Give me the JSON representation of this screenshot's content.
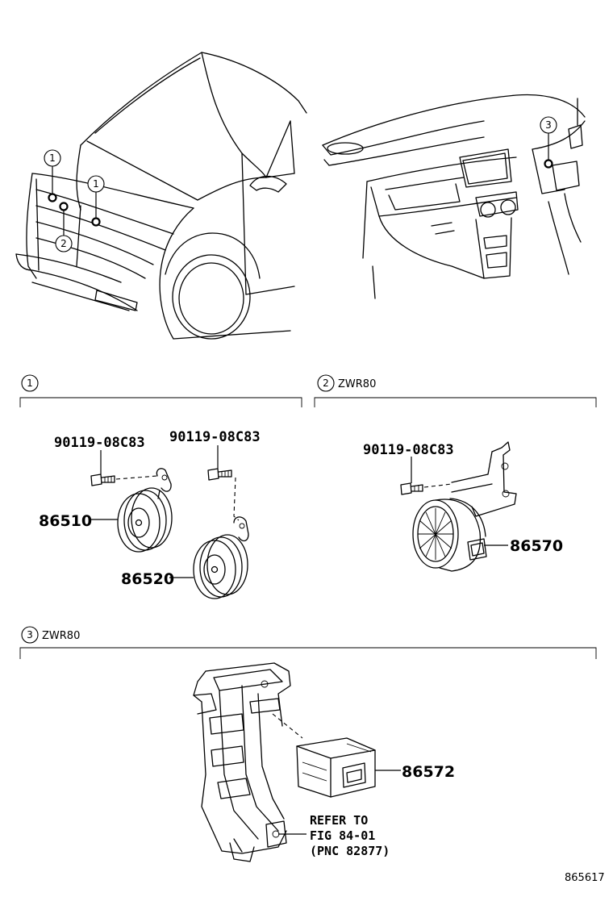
{
  "callouts": {
    "c1": "1",
    "c2": "2",
    "c3": "3"
  },
  "sections": {
    "s1": {
      "number": "1",
      "model": ""
    },
    "s2": {
      "number": "2",
      "model": "ZWR80"
    },
    "s3": {
      "number": "3",
      "model": "ZWR80"
    }
  },
  "parts": {
    "bolt_a": "90119-08C83",
    "bolt_b": "90119-08C83",
    "bolt_c": "90119-08C83",
    "horn_low": "86510",
    "horn_high": "86520",
    "speaker": "86570",
    "controller": "86572"
  },
  "reference": {
    "line1": "REFER TO",
    "line2": "FIG 84-01",
    "line3": "(PNC 82877)"
  },
  "illustration_id": "865617"
}
